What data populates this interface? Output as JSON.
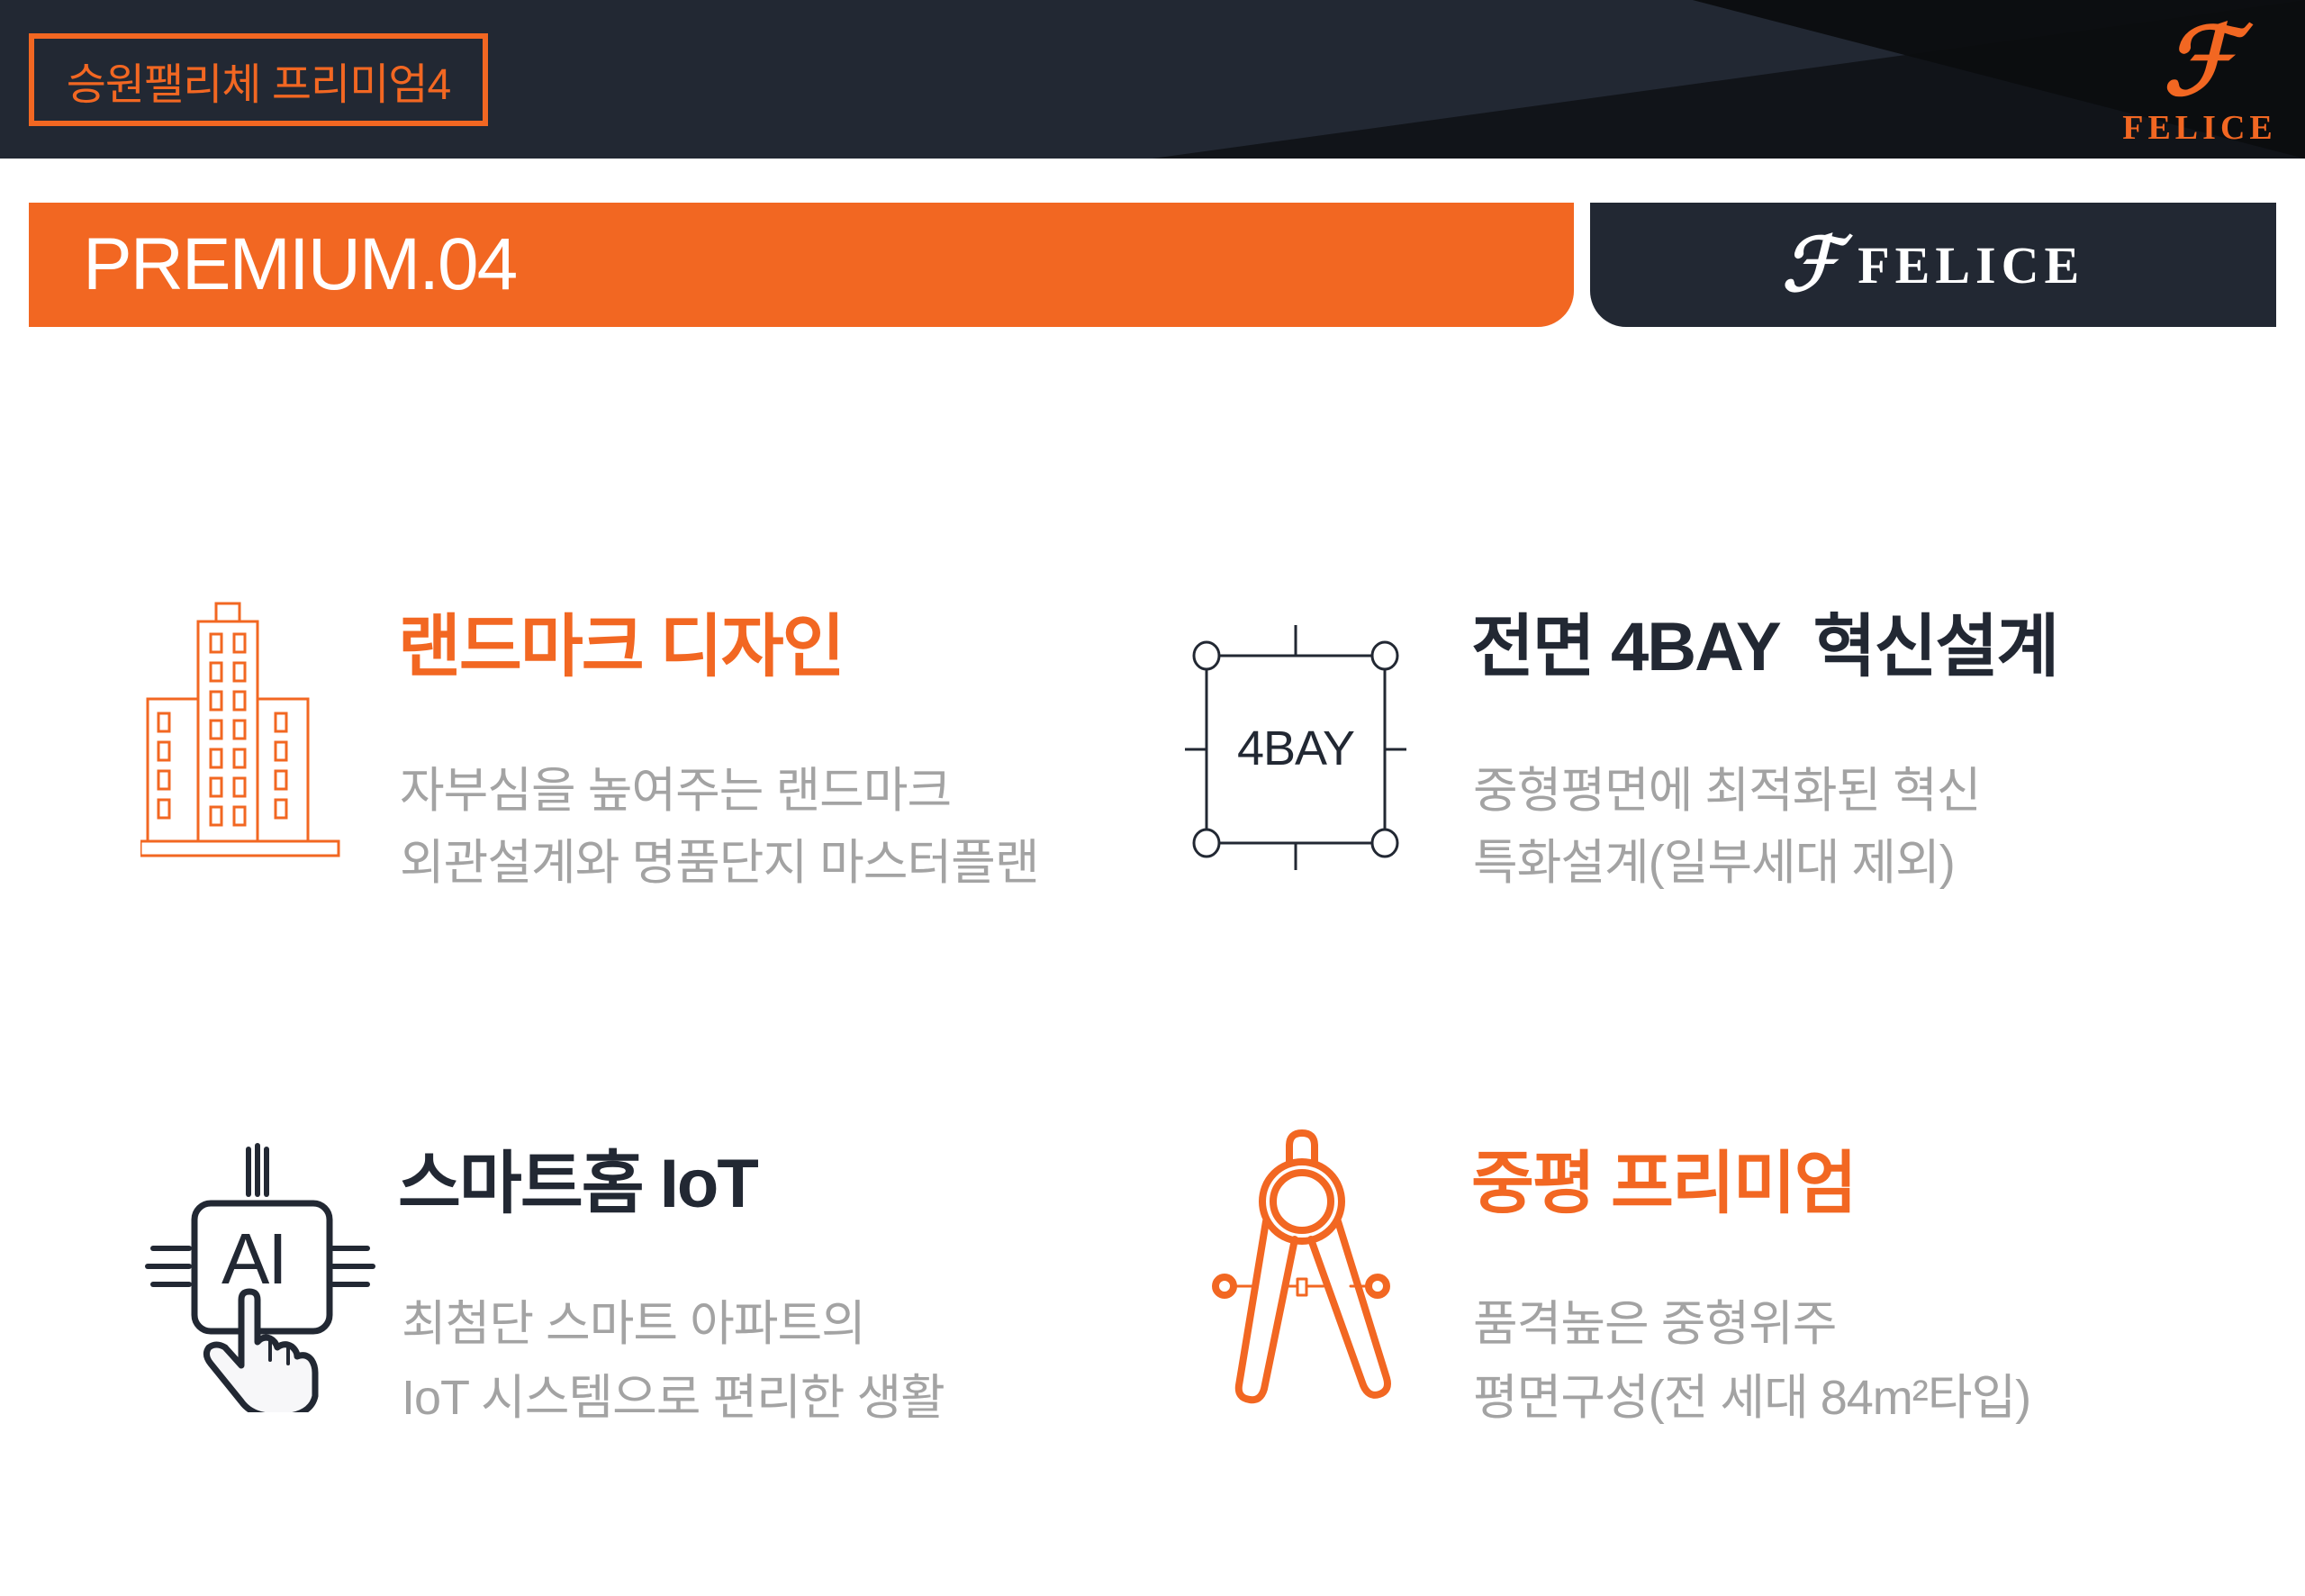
{
  "colors": {
    "accent": "#f26722",
    "dark_navy": "#222833",
    "description_gray": "#a3a3a3",
    "background": "#ffffff"
  },
  "header": {
    "tag_label": "승원팰리체 프리미엄4",
    "logo": {
      "icon": "felice-f-monogram-icon",
      "wordmark": "FELICE"
    }
  },
  "section": {
    "title": "PREMIUM.04",
    "brand": {
      "icon": "felice-f-monogram-icon",
      "wordmark": "FELICE"
    }
  },
  "features": [
    {
      "icon": "building-icon",
      "title": "랜드마크 디자인",
      "title_color": "#f26722",
      "description": [
        "자부심을 높여주는 랜드마크",
        "외관설계와 명품단지 마스터플랜"
      ]
    },
    {
      "icon": "floorplan-4bay-icon",
      "icon_label": "4BAY",
      "title": "전면 4BAY  혁신설계",
      "title_color": "#222833",
      "description": [
        "중형평면에 최적화된 혁신",
        "특화설계(일부세대 제외)"
      ]
    },
    {
      "icon": "ai-touch-icon",
      "icon_label": "AI",
      "title": "스마트홈 IoT",
      "title_color": "#222833",
      "description": [
        "최첨단 스마트 아파트의",
        "IoT 시스템으로 편리한 생활"
      ]
    },
    {
      "icon": "drafting-compass-icon",
      "title": "중평 프리미엄",
      "title_color": "#f26722",
      "description": [
        "품격높은 중형위주",
        "평면구성(전 세대 84m²타입)"
      ]
    }
  ]
}
